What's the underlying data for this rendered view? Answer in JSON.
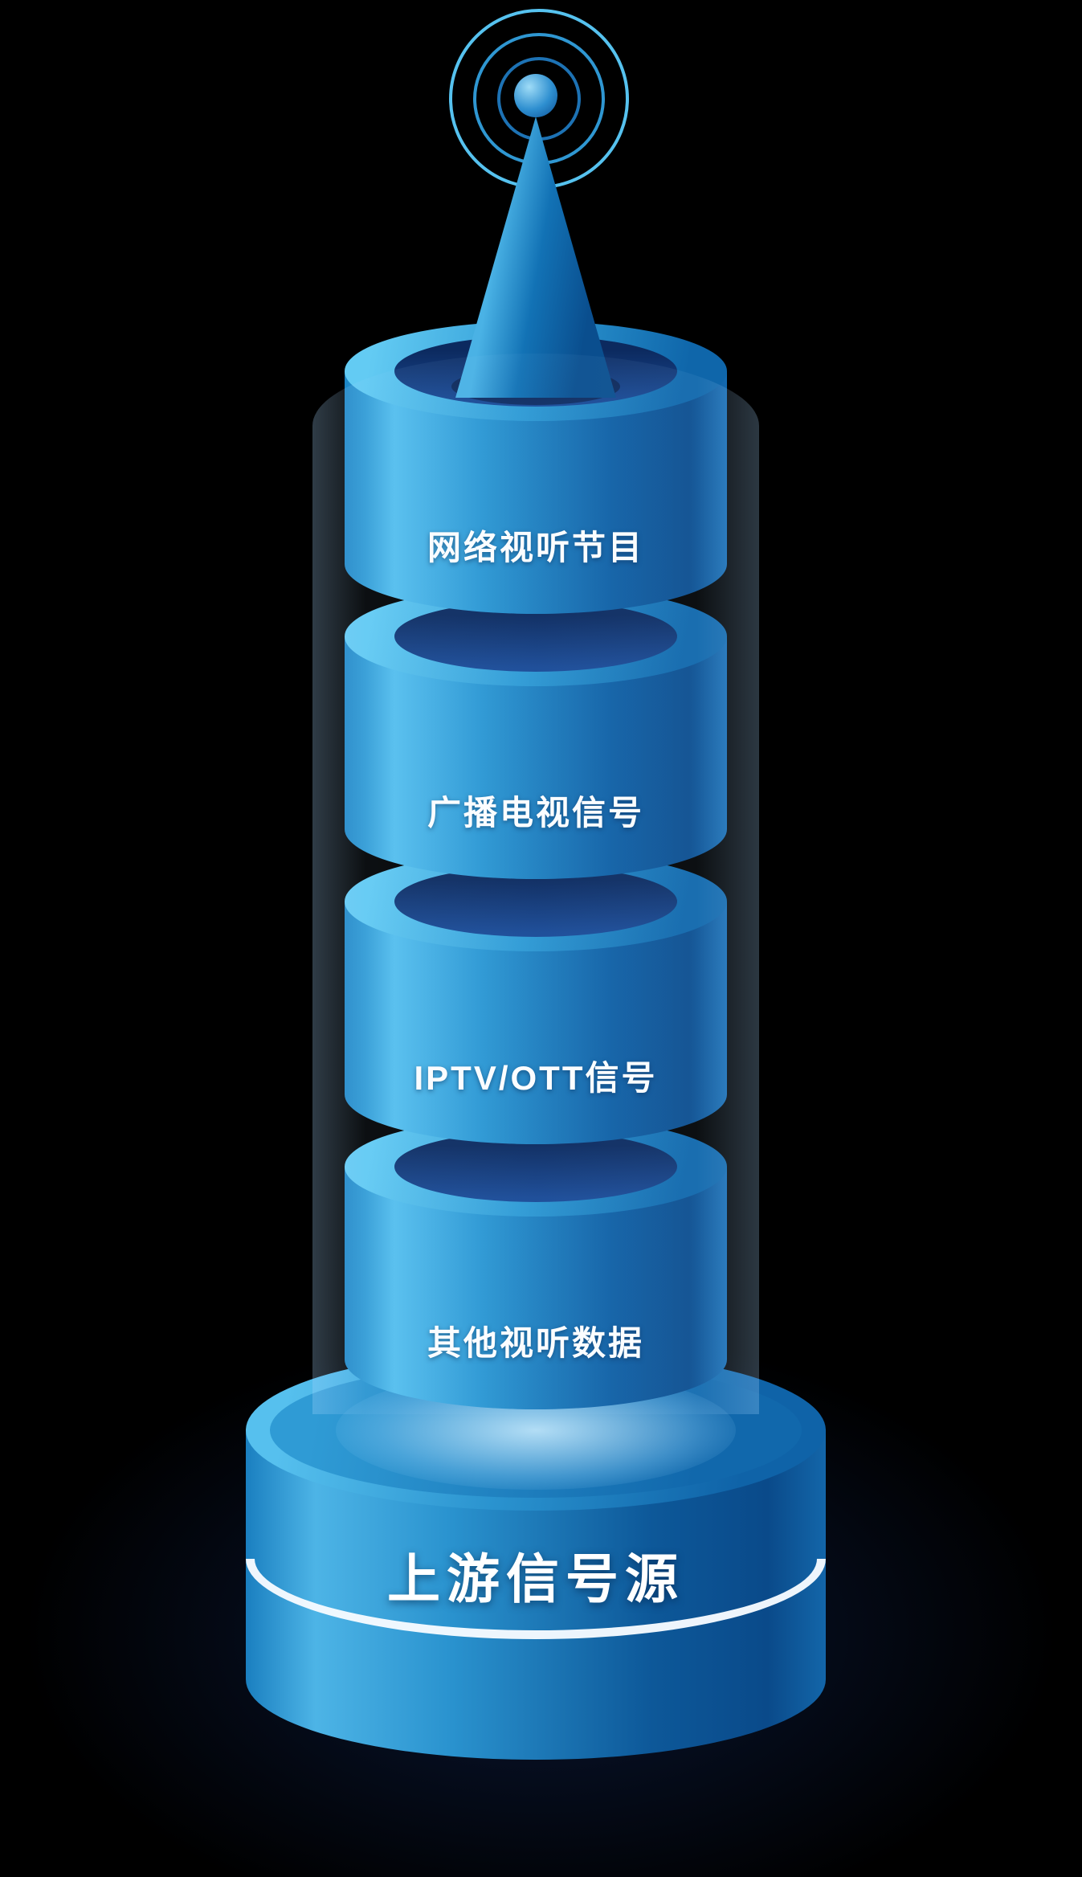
{
  "illustration": {
    "name": "upstream-signal-source-tower",
    "background": "#000000"
  },
  "colors": {
    "cyan_light": "#55bfee",
    "blue_mid": "#1b84c4",
    "blue_deep": "#0b4c8d",
    "navy_recess": "#0c2a5f",
    "halo_white": "#cdeeff",
    "text": "#ffffff"
  },
  "antenna": {
    "icon": "antenna-broadcast-icon",
    "rings": 3
  },
  "tower": {
    "segments": [
      {
        "label": "网络视听节目"
      },
      {
        "label": "广播电视信号"
      },
      {
        "label": "IPTV/OTT信号"
      },
      {
        "label": "其他视听数据"
      }
    ],
    "base": {
      "label": "上游信号源"
    }
  }
}
